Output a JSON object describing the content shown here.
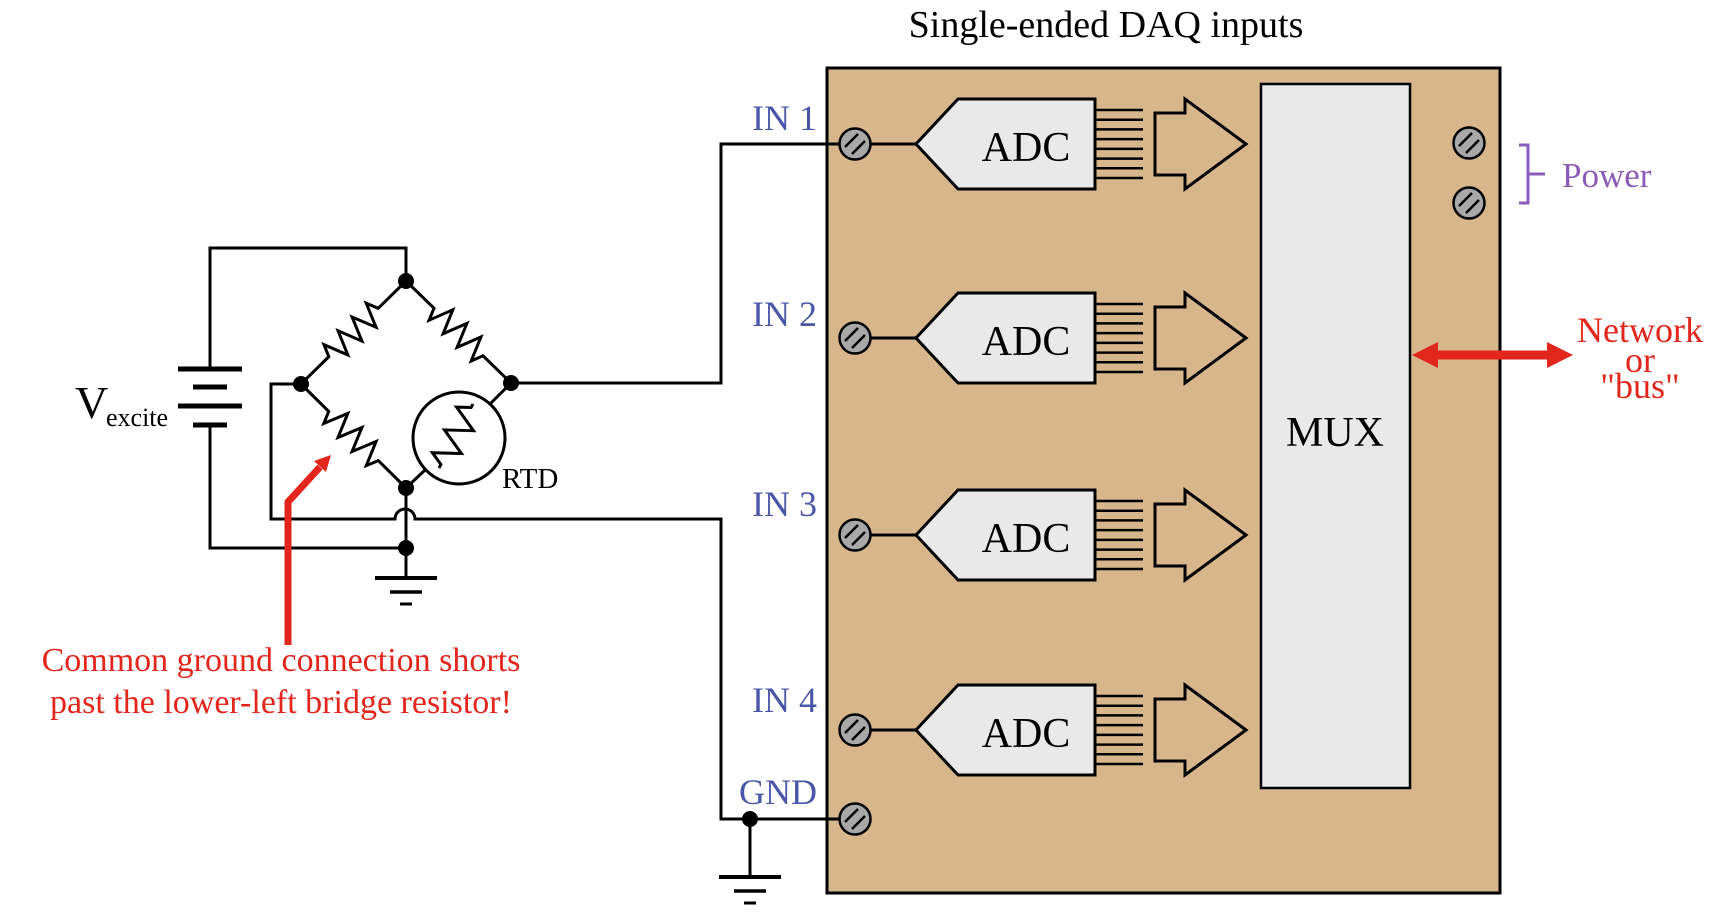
{
  "palette": {
    "panel_tan": "#d7b68c",
    "block_gray": "#e9e9e9",
    "screw_gray": "#a8a8a8",
    "wire_black": "#000000",
    "label_blue": "#4a57a9",
    "power_purple": "#8a5bb8",
    "alert_red": "#e2261b",
    "rtd_fill": "#ffffff"
  },
  "title": "Single-ended DAQ inputs",
  "daq": {
    "inputs": [
      {
        "label": "IN 1",
        "adc_label": "ADC"
      },
      {
        "label": "IN 2",
        "adc_label": "ADC"
      },
      {
        "label": "IN 3",
        "adc_label": "ADC"
      },
      {
        "label": "IN 4",
        "adc_label": "ADC"
      }
    ],
    "gnd_label": "GND",
    "mux_label": "MUX",
    "power_label": "Power",
    "network_lines": [
      "Network",
      "or",
      "\"bus\""
    ]
  },
  "bridge": {
    "source_label_main": "V",
    "source_label_sub": "excite",
    "rtd_label": "RTD"
  },
  "annotation": {
    "line1": "Common ground connection shorts",
    "line2": "past the lower-left bridge resistor!"
  }
}
